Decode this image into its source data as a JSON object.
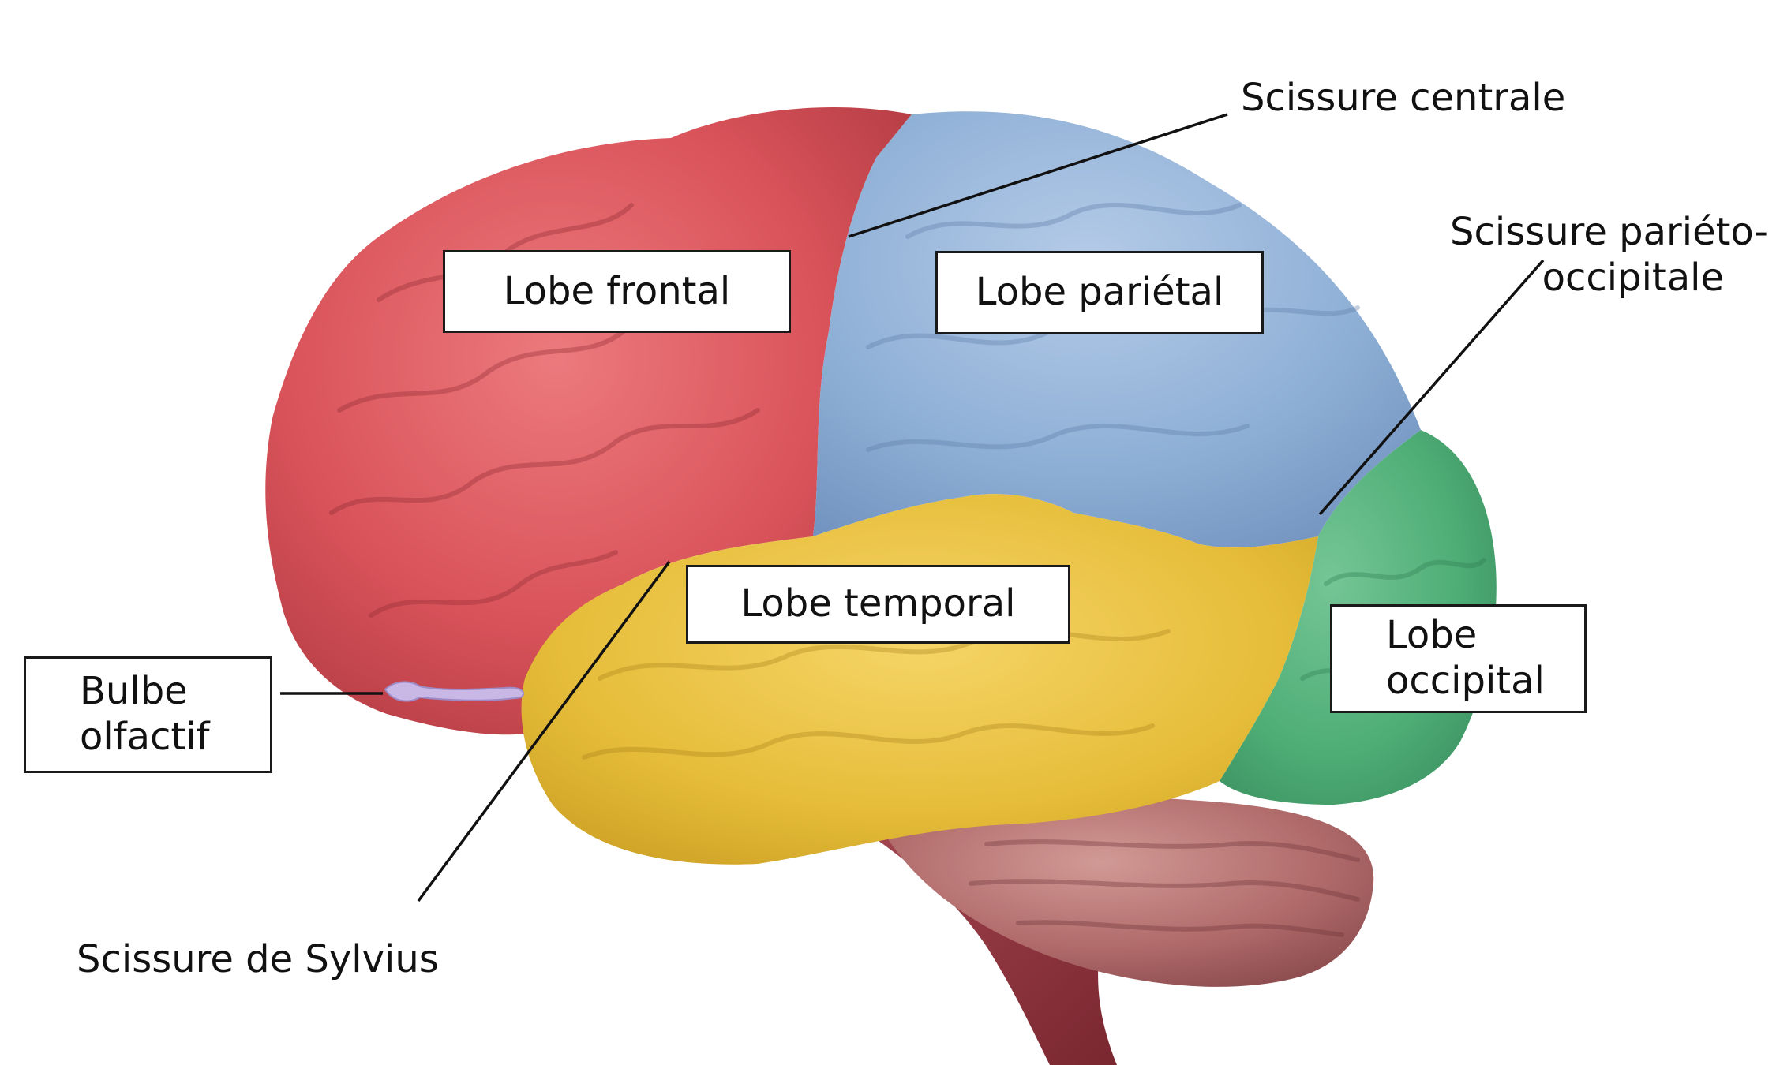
{
  "labels": {
    "frontal": "Lobe frontal",
    "parietal": "Lobe pariétal",
    "temporal": "Lobe temporal",
    "occipital_line1": "Lobe",
    "occipital_line2": "occipital",
    "olfactory_line1": "Bulbe",
    "olfactory_line2": "olfactif",
    "central_sulcus": "Scissure centrale",
    "parieto_occipital_line1": "Scissure pariéto-",
    "parieto_occipital_line2": "occipitale",
    "sylvian_fissure": "Scissure de Sylvius"
  },
  "colors": {
    "frontal_lobe": "#d9535a",
    "parietal_lobe": "#8fb0d6",
    "temporal_lobe": "#e6bd3a",
    "occipital_lobe": "#4fae76",
    "cerebellum": "#b06a6a",
    "brainstem": "#8a2f38",
    "olfactory_bulb": "#c9b7e6",
    "leader_line": "#111111"
  }
}
